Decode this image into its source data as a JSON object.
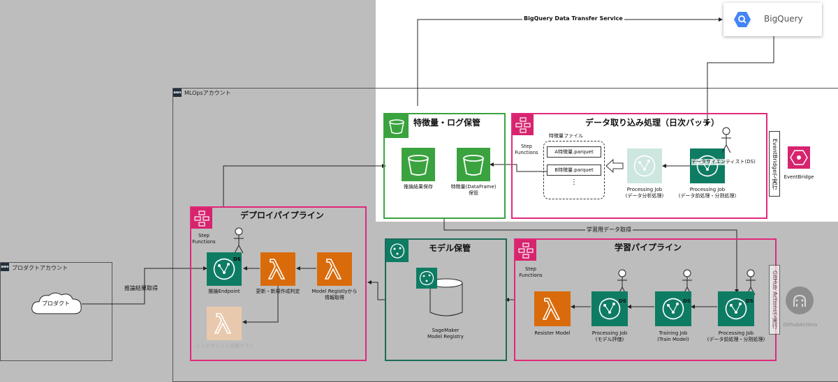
{
  "accounts": {
    "mlops": "MLOpsアカウント",
    "product": "プロダクトアカウント",
    "aws_badge": "aws"
  },
  "bigquery": {
    "label": "BigQuery",
    "transfer_service": "BigQuery Data Transfer Service"
  },
  "panels": {
    "feature_store": {
      "title": "特徴量・ログ保管",
      "inference_save": "推論結果保存",
      "feature_save_line1": "特徴量(DataFrame)",
      "feature_save_line2": "保管"
    },
    "data_ingest": {
      "title": "データ取り込み処理（日次バッチ）",
      "step_functions_line1": "Step",
      "step_functions_line2": "Functions",
      "feature_files_title": "特徴量ファイル",
      "file_a": "A特徴量.parquet",
      "file_b": "B特徴量.parquet",
      "file_more": "⋮",
      "processing_analysis_line1": "Processing Job",
      "processing_analysis_line2": "(データ分析処理)",
      "processing_pre_line1": "Processing Job",
      "processing_pre_line2": "(データ前処理・分割処理)",
      "data_scientist": "データサイエンティスト(DS)"
    },
    "deploy": {
      "title": "デプロイパイプライン",
      "step_functions_line1": "Step",
      "step_functions_line2": "Functions",
      "endpoint": "推論Endpoint",
      "update_judge": "更新・新規作成判定",
      "registry_fetch_line1": "Model Registlyから",
      "registry_fetch_line2": "情報取得",
      "auto_test": "エンドポイント自動テスト"
    },
    "model_store": {
      "title": "モデル保管",
      "registry_line1": "SageMaker",
      "registry_line2": "Model Registry"
    },
    "training": {
      "title": "学習パイプライン",
      "step_functions_line1": "Step",
      "step_functions_line2": "Functions",
      "register": "Resister Model",
      "eval_line1": "Processing Job",
      "eval_line2": "(モデル評価)",
      "train_line1": "Training Job",
      "train_line2": "(Train Model)",
      "pre_line1": "Processing Job",
      "pre_line2": "(データ前処理・分割処理)"
    }
  },
  "triggers": {
    "eventbridge_vertical": "EventBridgeで実行",
    "eventbridge": "EventBridge",
    "github_vertical": "GitHub Actionsで実行",
    "github": "GithubActions"
  },
  "edges": {
    "training_data": "学習用データ取得",
    "inference_fetch": "推論結果取得"
  },
  "product": {
    "cloud": "プロダクト"
  },
  "ds_badge": "DS",
  "colors": {
    "s3": "#3aa33f",
    "sagemaker": "#0e7c63",
    "lambda": "#d96b0b",
    "step_functions": "#d6246e",
    "panel_green": "#3aa33f",
    "panel_pink": "#e0287a",
    "panel_dark_green": "#1b6b58",
    "eventbridge": "#d6246e",
    "bigquery_blue": "#4285f4"
  }
}
